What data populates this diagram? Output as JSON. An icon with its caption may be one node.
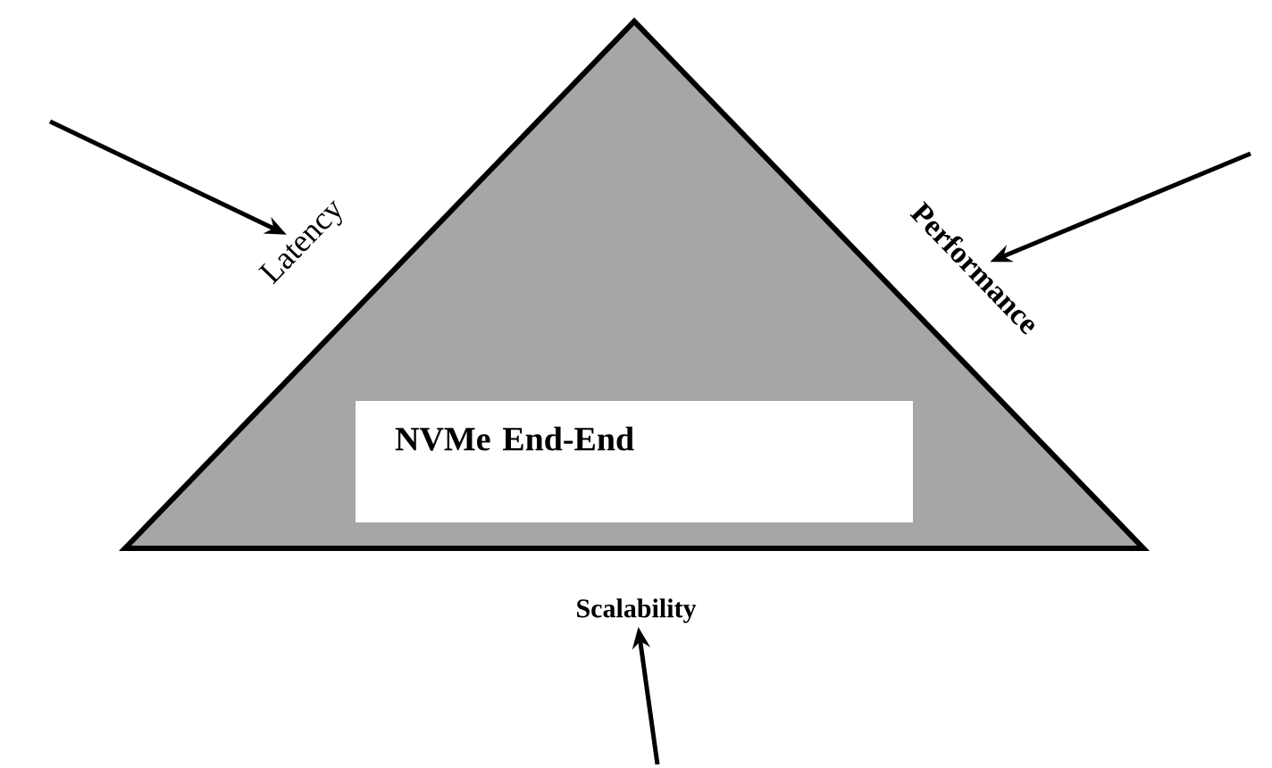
{
  "diagram": {
    "nodes": [
      {
        "text": [],
        "shape": "triangle"
      },
      {
        "text": [
          "NVMe End-End"
        ],
        "in": 0
      },
      {
        "text": [
          "Latency"
        ]
      },
      {
        "text": [
          "Performance"
        ]
      },
      {
        "text": [
          "Scalability"
        ]
      }
    ],
    "edges": [
      {
        "from": null,
        "to": 2,
        "arrow": "to"
      },
      {
        "from": null,
        "to": 3,
        "arrow": "to"
      },
      {
        "from": null,
        "to": 4,
        "arrow": "to"
      }
    ]
  }
}
